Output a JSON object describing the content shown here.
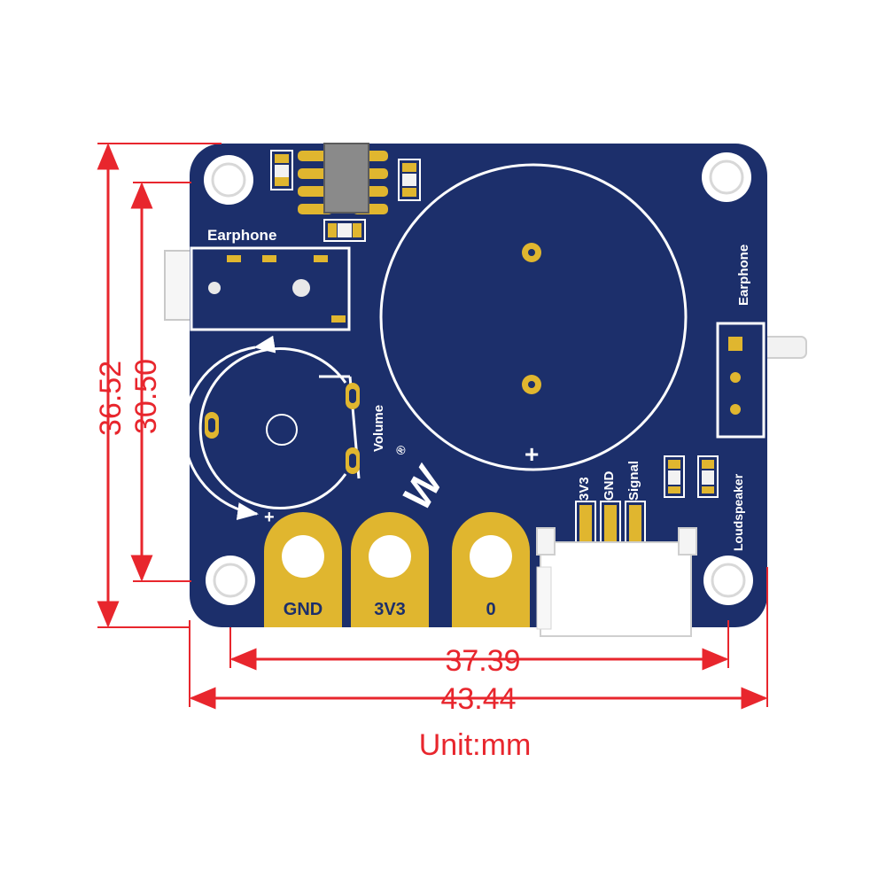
{
  "board": {
    "label_earphone_top": "Earphone",
    "label_earphone_right": "Earphone",
    "label_volume": "Volume",
    "label_loudspeaker": "Loudspeaker",
    "label_minus": "-",
    "label_plus": "+",
    "label_speaker_plus": "+",
    "header_pins": [
      "3V3",
      "GND",
      "Signal"
    ],
    "pads": [
      "GND",
      "3V3",
      "0"
    ],
    "logo_text": "W",
    "logo_registered": "®"
  },
  "dimensions": {
    "height_outer": "36.52",
    "height_inner": "30.50",
    "width_inner": "37.39",
    "width_outer": "43.44",
    "unit_label": "Unit:mm"
  },
  "colors": {
    "board": "#1c2f6b",
    "silkscreen": "#ffffff",
    "gold": "#e0b62f",
    "dimension": "#e8262d"
  }
}
